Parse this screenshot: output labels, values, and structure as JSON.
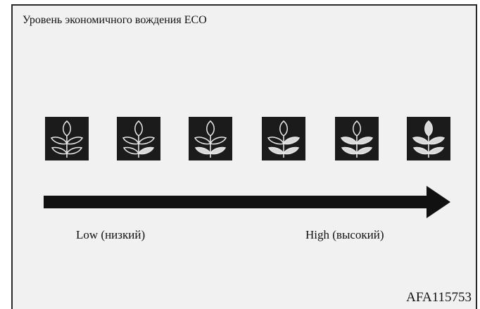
{
  "title": "Уровень экономичного вождения ECO",
  "labels": {
    "low": "Low (низкий)",
    "high": "High (высокий)"
  },
  "figure_code": "AFA115753",
  "eco_levels": [
    {
      "level": 1,
      "filled_leaves": 0
    },
    {
      "level": 2,
      "filled_leaves": 1
    },
    {
      "level": 3,
      "filled_leaves": 2
    },
    {
      "level": 4,
      "filled_leaves": 3
    },
    {
      "level": 5,
      "filled_leaves": 4
    },
    {
      "level": 6,
      "filled_leaves": 5
    }
  ],
  "icon": "eco-leaf-icon",
  "colors": {
    "tile": "#1b1b1b",
    "leaf_outline": "#e6e6e6",
    "leaf_fill": "#d9d9d9",
    "arrow": "#111111",
    "panel": "#f1f1f1"
  }
}
